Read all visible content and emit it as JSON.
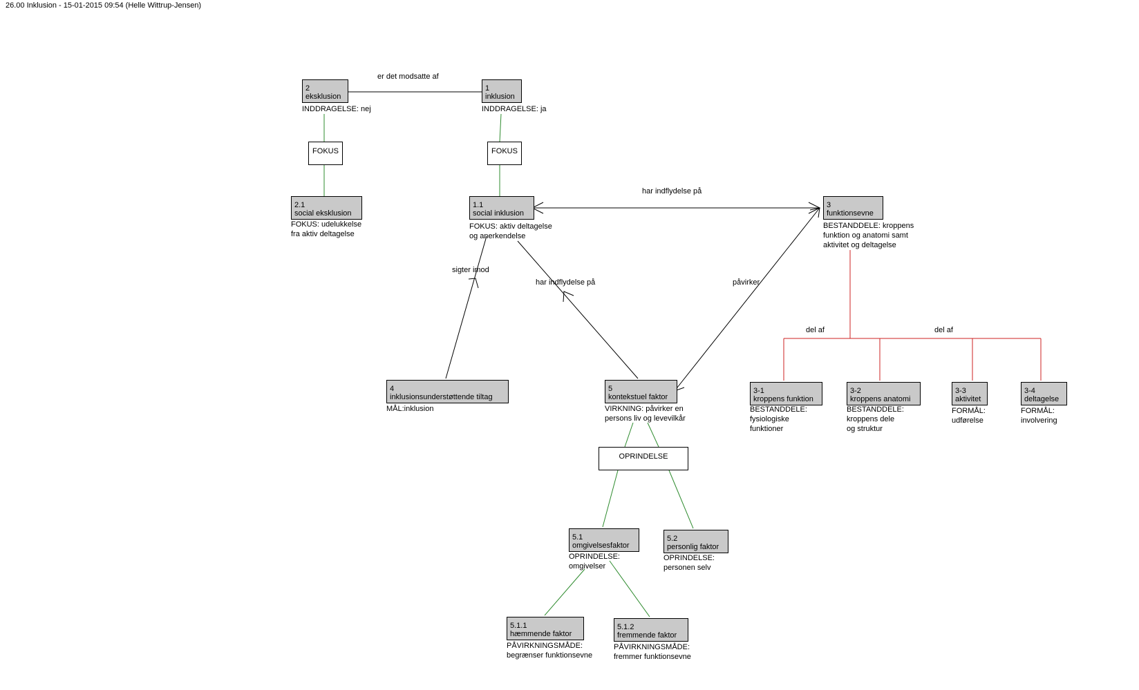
{
  "header": "26.00 Inklusion - 15-01-2015 09:54 (Helle Wittrup-Jensen)",
  "nodes": {
    "n2": {
      "id": "2",
      "name": "eksklusion",
      "attr": "INDDRAGELSE: nej"
    },
    "n1": {
      "id": "1",
      "name": "inklusion",
      "attr": "INDDRAGELSE: ja"
    },
    "n21": {
      "id": "2.1",
      "name": "social eksklusion",
      "attr": "FOKUS: udelukkelse\nfra aktiv deltagelse"
    },
    "n11": {
      "id": "1.1",
      "name": "social inklusion",
      "attr": "FOKUS: aktiv deltagelse\nog anerkendelse"
    },
    "n3": {
      "id": "3",
      "name": "funktionsevne",
      "attr": "BESTANDDELE: kroppens\nfunktion og anatomi samt\naktivitet og deltagelse"
    },
    "n4": {
      "id": "4",
      "name": "inklusionsunderstøttende tiltag",
      "attr": "MÅL:inklusion"
    },
    "n5": {
      "id": "5",
      "name": "kontekstuel faktor",
      "attr": "VIRKNING: påvirker en\npersons liv og levevilkår"
    },
    "n31": {
      "id": "3-1",
      "name": "kroppens funktion",
      "attr": "BESTANDDELE:\nfysiologiske\nfunktioner"
    },
    "n32": {
      "id": "3-2",
      "name": "kroppens anatomi",
      "attr": "BESTANDDELE:\nkroppens dele\nog struktur"
    },
    "n33": {
      "id": "3-3",
      "name": "aktivitet",
      "attr": "FORMÅL:\nudførelse"
    },
    "n34": {
      "id": "3-4",
      "name": "deltagelse",
      "attr": "FORMÅL:\ninvolvering"
    },
    "n51": {
      "id": "5.1",
      "name": "omgivelsesfaktor",
      "attr": "OPRINDELSE:\nomgivelser"
    },
    "n52": {
      "id": "5.2",
      "name": "personlig faktor",
      "attr": "OPRINDELSE:\npersonen selv"
    },
    "n511": {
      "id": "5.1.1",
      "name": "hæmmende faktor",
      "attr": "PÅVIRKNINGSMÅDE:\nbegrænser funktionsevne"
    },
    "n512": {
      "id": "5.1.2",
      "name": "fremmende faktor",
      "attr": "PÅVIRKNINGSMÅDE:\nfremmer funktionsevne"
    }
  },
  "qualifiers": {
    "fokus_left": "FOKUS",
    "fokus_right": "FOKUS",
    "oprindelse": "OPRINDELSE"
  },
  "edge_labels": {
    "modsatte": "er det modsatte af",
    "indflydelse_top": "har indflydelse på",
    "sigter": "sigter imod",
    "indflydelse_mid": "har indflydelse på",
    "paavirker": "påvirker",
    "delaf_left": "del af",
    "delaf_right": "del af"
  },
  "colors": {
    "node_fill": "#c9c9c9",
    "association": "#000000",
    "hierarchy": "#2e8b2e",
    "part_of": "#cc2222"
  }
}
